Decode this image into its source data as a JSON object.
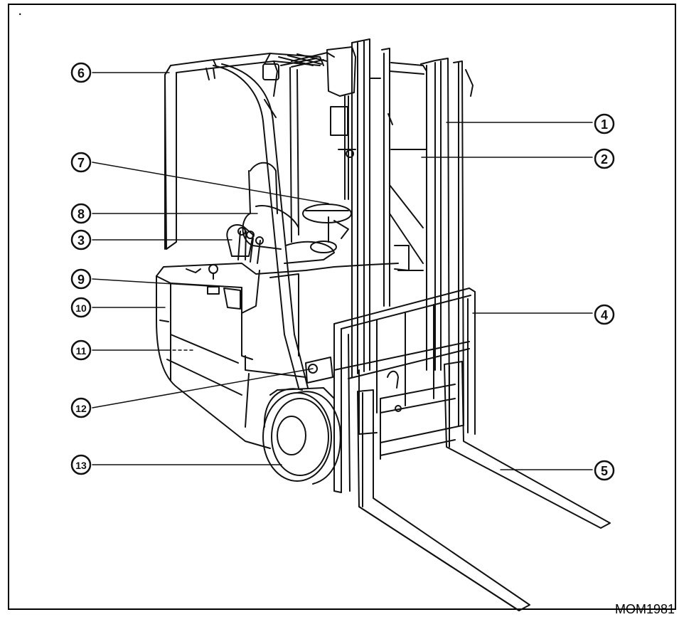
{
  "figure": {
    "corner_mark": "‧",
    "code": "MOM1981",
    "callouts": [
      "1",
      "2",
      "3",
      "4",
      "5",
      "6",
      "7",
      "8",
      "9",
      "10",
      "11",
      "12",
      "13"
    ]
  }
}
